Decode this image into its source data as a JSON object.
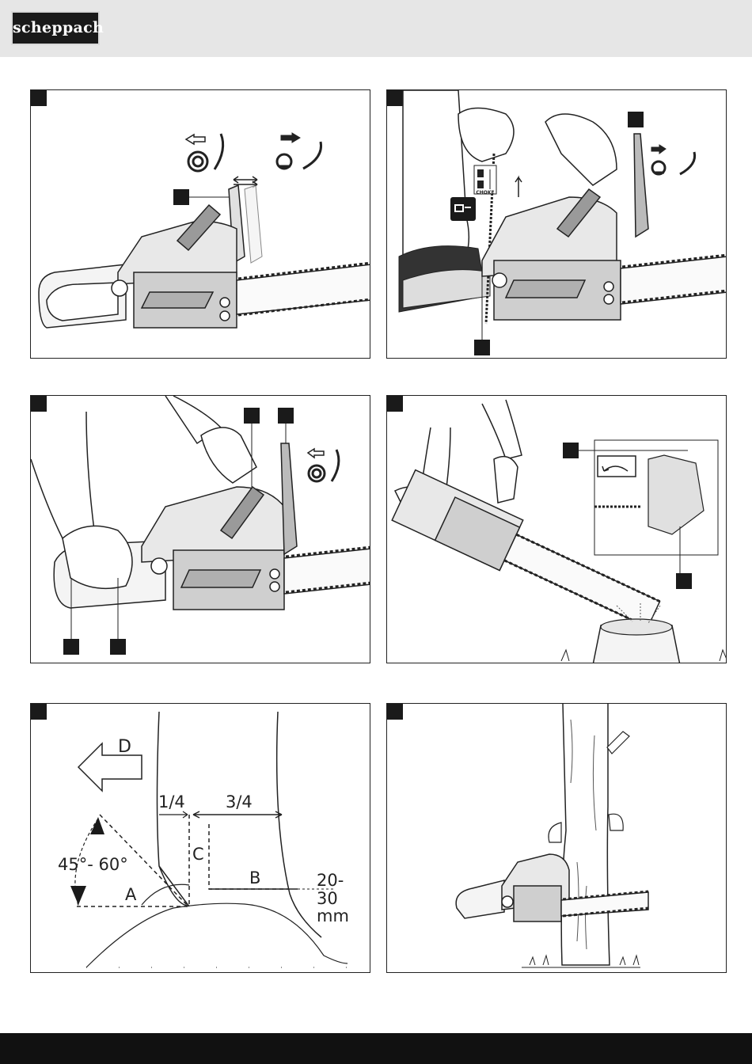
{
  "header": {
    "brand": "scheppach",
    "background": "#e6e6e6"
  },
  "panels": [
    {
      "id": "fig-1",
      "icons": [
        "choke-open-icon",
        "choke-closed-icon",
        "swap-arrow-icon"
      ]
    },
    {
      "id": "fig-2",
      "icons": [
        "choke-closed-icon",
        "fuel-primer-icon"
      ],
      "choke_label": "CHOKE"
    },
    {
      "id": "fig-3",
      "icons": [
        "choke-open-icon"
      ]
    },
    {
      "id": "fig-4",
      "icons": [
        "chain-brake-icon"
      ]
    },
    {
      "id": "fig-5",
      "labels": {
        "direction": "D",
        "quarter": "1/4",
        "three_quarter": "3/4",
        "c": "C",
        "b": "B",
        "angle": "45°- 60°",
        "a": "A",
        "hinge_top": "20-",
        "hinge_mid": "30",
        "hinge_unit": "mm"
      }
    },
    {
      "id": "fig-6",
      "icons": [
        "tree-icon",
        "chainsaw-icon"
      ]
    }
  ],
  "colors": {
    "footer": "#111111",
    "ink": "#222222",
    "panel_border": "#222222"
  }
}
